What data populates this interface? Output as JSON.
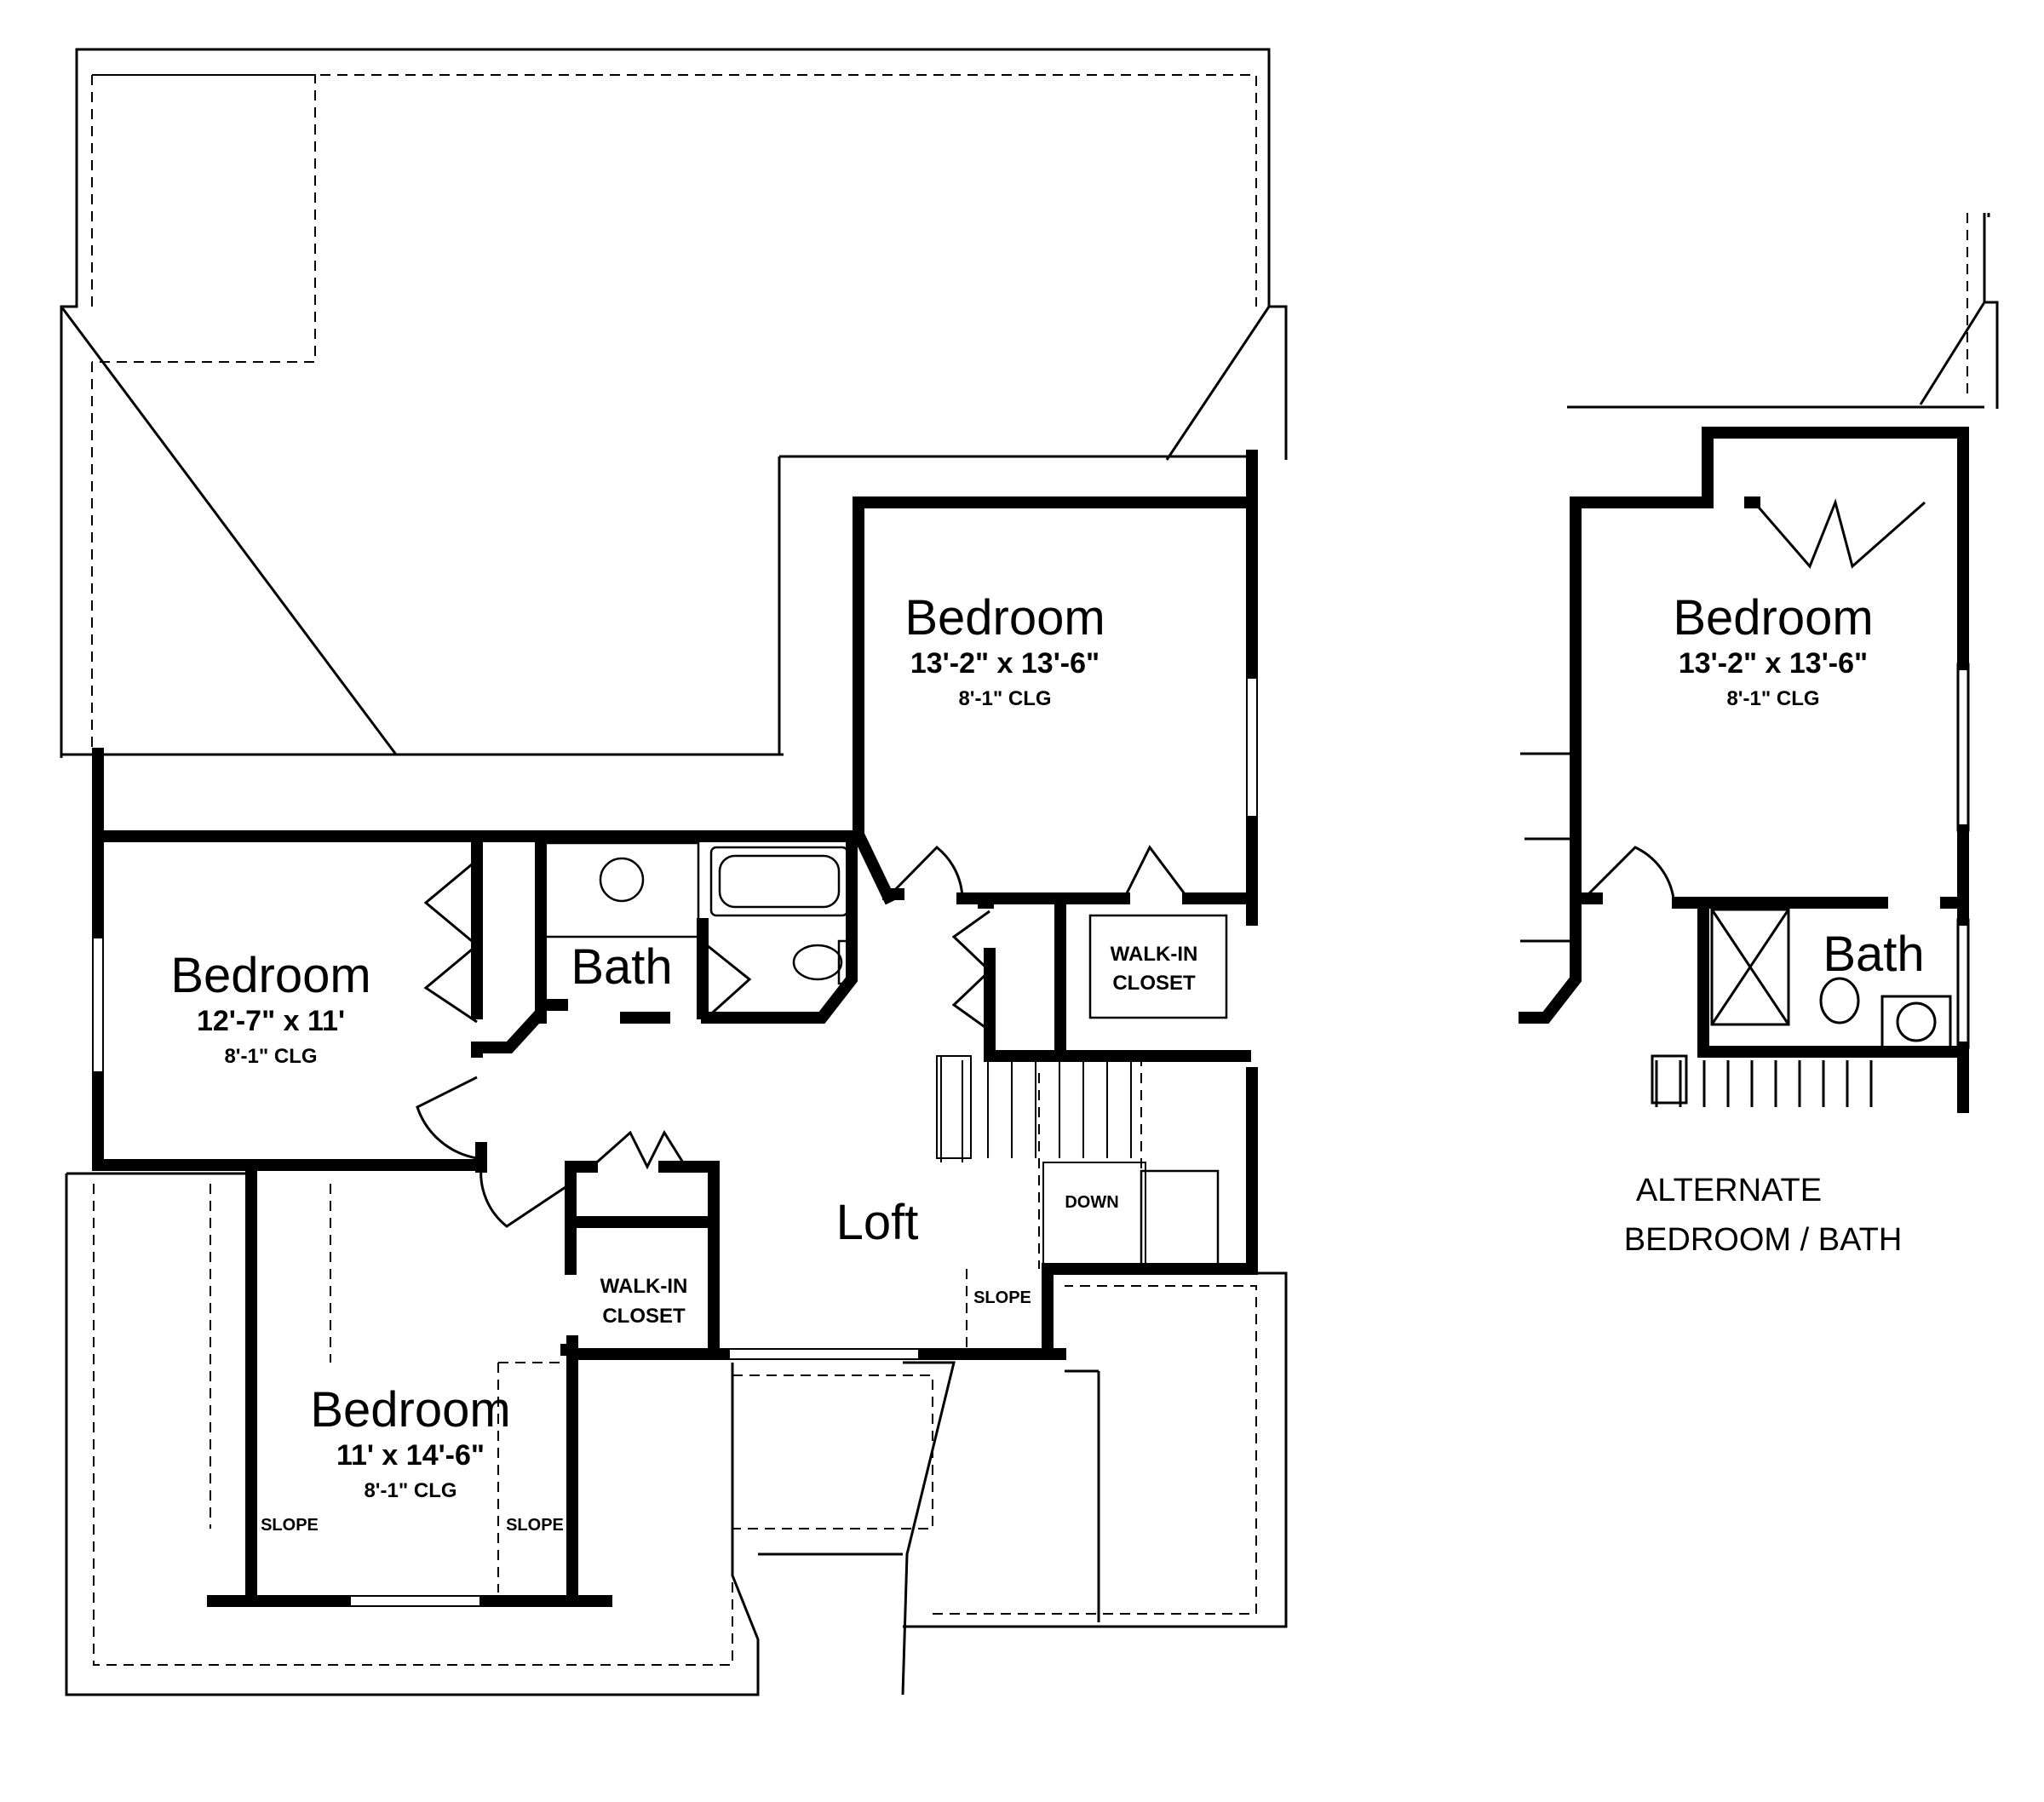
{
  "colors": {
    "wall": "#000000",
    "background": "#ffffff"
  },
  "rooms": {
    "bedroom_ne": {
      "name": "Bedroom",
      "dims": "13'-2\" x 13'-6\"",
      "clg": "8'-1\" CLG"
    },
    "bedroom_w": {
      "name": "Bedroom",
      "dims": "12'-7\" x 11'",
      "clg": "8'-1\" CLG"
    },
    "bedroom_sw": {
      "name": "Bedroom",
      "dims": "11' x 14'-6\"",
      "clg": "8'-1\" CLG"
    },
    "bath": {
      "name": "Bath"
    },
    "walkin_closet_1": {
      "line1": "WALK-IN",
      "line2": "CLOSET"
    },
    "walkin_closet_2": {
      "line1": "WALK-IN",
      "line2": "CLOSET"
    },
    "loft": {
      "name": "Loft"
    },
    "stairs": {
      "label": "DOWN"
    }
  },
  "slopes": [
    "SLOPE",
    "SLOPE",
    "SLOPE"
  ],
  "alternate": {
    "bedroom": {
      "name": "Bedroom",
      "dims": "13'-2\" x 13'-6\"",
      "clg": "8'-1\" CLG"
    },
    "bath": {
      "name": "Bath"
    },
    "caption_line1": "ALTERNATE",
    "caption_line2": "BEDROOM / BATH"
  }
}
